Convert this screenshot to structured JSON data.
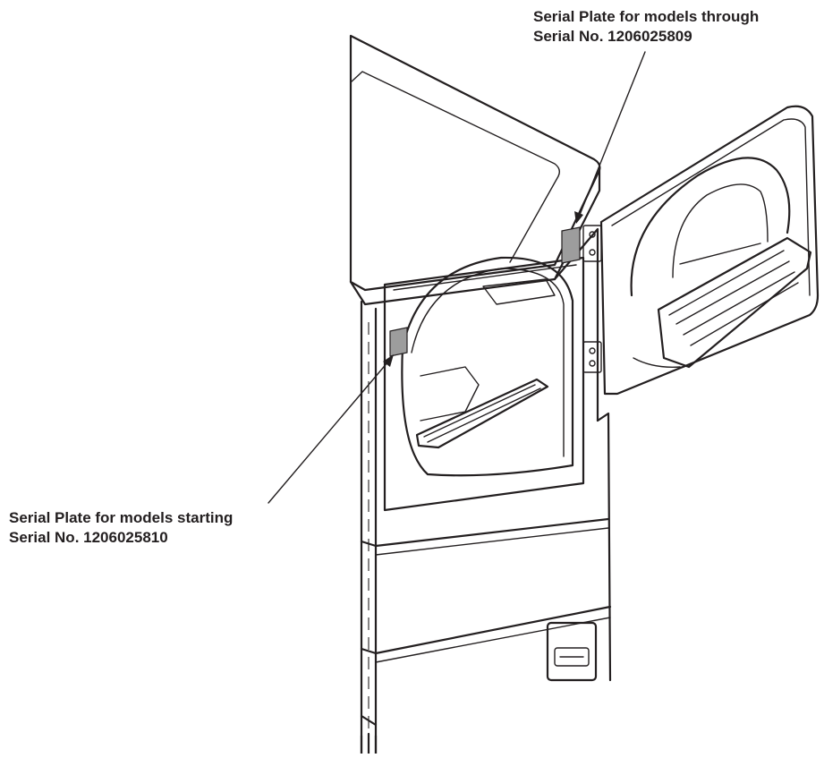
{
  "callouts": {
    "top": {
      "line1": "Serial Plate for models through",
      "line2": "Serial No. 1206025809"
    },
    "left": {
      "line1": "Serial Plate for models starting",
      "line2": "Serial No. 1206025810"
    }
  },
  "colors": {
    "line": "#231f20",
    "serial_plate": "#9d9d9d",
    "background": "#ffffff"
  }
}
